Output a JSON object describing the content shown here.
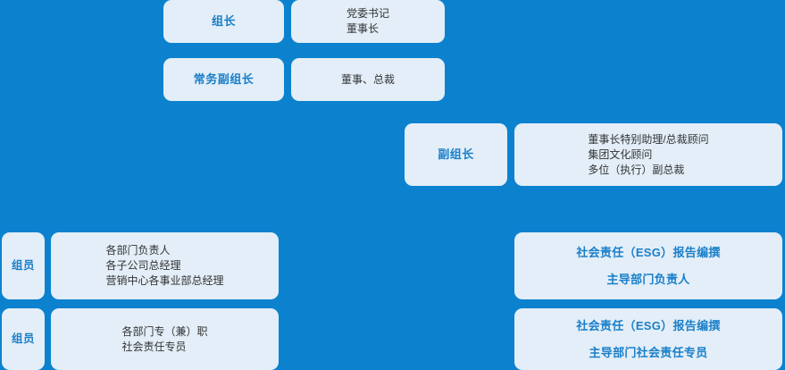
{
  "theme": {
    "background_color": "#0c82ce",
    "card_color": "#e3eef8",
    "role_text_color": "#1a7fc9",
    "detail_text_color": "#333333"
  },
  "rows": {
    "leader": {
      "role": "组长",
      "details": [
        "党委书记",
        "董事长"
      ]
    },
    "standing_deputy": {
      "role": "常务副组长",
      "details": [
        "董事、总裁"
      ]
    },
    "vice_leader": {
      "role": "副组长",
      "details": [
        "董事长特别助理/总裁顾问",
        "集团文化顾问",
        "多位（执行）副总裁"
      ]
    },
    "member_1": {
      "role": "组员",
      "details": [
        "各部门负责人",
        "各子公司总经理",
        "营销中心各事业部总经理"
      ]
    },
    "member_2": {
      "role": "组员",
      "details": [
        "各部门专（兼）职",
        "社会责任专员"
      ]
    },
    "esg_1": {
      "lines": [
        "社会责任（ESG）报告编撰",
        "主导部门负责人"
      ]
    },
    "esg_2": {
      "lines": [
        "社会责任（ESG）报告编撰",
        "主导部门社会责任专员"
      ]
    }
  }
}
